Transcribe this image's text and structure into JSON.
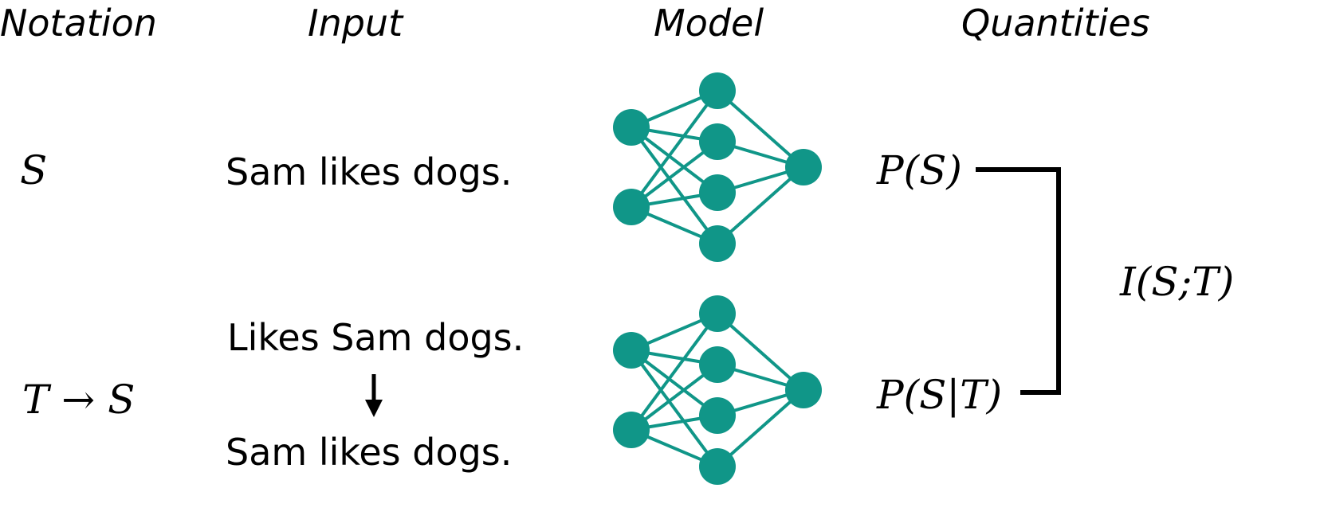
{
  "headers": {
    "notation": "Notation",
    "input": "Input",
    "model": "Model",
    "quantities": "Quantities"
  },
  "rows": [
    {
      "notation": "S",
      "inputs": [
        "Sam likes dogs."
      ],
      "quantity": "P(S)"
    },
    {
      "notation_left": "T",
      "notation_arrow": "→",
      "notation_right": "S",
      "inputs": [
        "Likes Sam dogs.",
        "Sam likes dogs."
      ],
      "quantity": "P(S|T)"
    }
  ],
  "combined_quantity": "I(S;T)",
  "icons": [
    "neural-network-icon",
    "neural-network-icon",
    "down-arrow-icon"
  ],
  "colors": {
    "network": "#109688",
    "text": "#000000",
    "bracket": "#000000"
  }
}
